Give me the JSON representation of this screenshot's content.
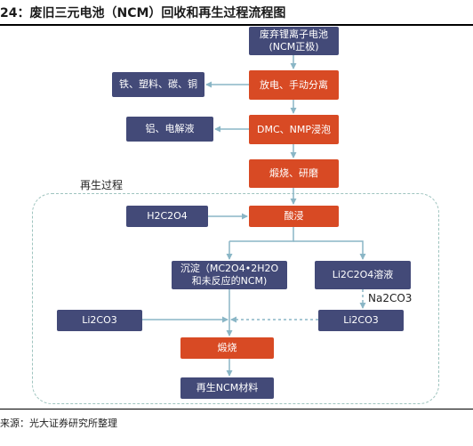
{
  "title": "24：废旧三元电池（NCM）回收和再生过程流程图",
  "source": "来源：光大证券研究所整理",
  "section_label": "再生过程",
  "colors": {
    "process": "#d84a24",
    "material": "#434a78",
    "arrow": "#8ab6c6",
    "region_border": "#9fc4bf"
  },
  "nodes": {
    "waste_battery_line1": "废弃锂离子电池",
    "waste_battery_line2": "(NCM正极)",
    "discharge": "放电、手动分离",
    "iron_plastic": "铁、塑料、碳、铜",
    "dmc_leach": "DMC、NMP浸泡",
    "aluminum": "铝、电解液",
    "calcine_grind": "煅烧、研磨",
    "h2c2o4": "H2C2O4",
    "acid_leach": "酸浸",
    "precipitate_line1": "沉淀（MC2O4•2H2O",
    "precipitate_line2": "和未反应的NCM)",
    "li2c2o4_solution": "Li2C2O4溶液",
    "na2co3": "Na2CO3",
    "li2co3_left": "Li2CO3",
    "li2co3_right": "Li2CO3",
    "calcine": "煅烧",
    "regenerated_ncm": "再生NCM材料"
  }
}
